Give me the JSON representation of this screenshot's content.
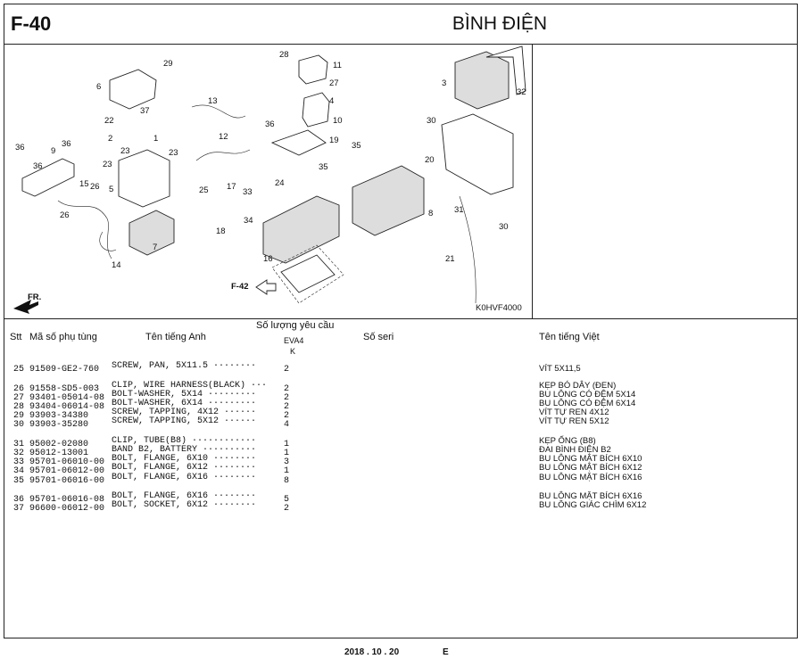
{
  "header": {
    "code": "F-40",
    "title": "BÌNH ĐIỆN"
  },
  "diagram": {
    "figure_id": "K0HVF4000",
    "fr_label": "FR.",
    "ref_label": "F-42",
    "callouts": [
      "1",
      "2",
      "3",
      "4",
      "5",
      "6",
      "7",
      "8",
      "9",
      "10",
      "11",
      "12",
      "13",
      "14",
      "15",
      "16",
      "17",
      "18",
      "19",
      "20",
      "21",
      "22",
      "23",
      "23",
      "23",
      "24",
      "25",
      "26",
      "26",
      "27",
      "28",
      "29",
      "30",
      "30",
      "31",
      "32",
      "33",
      "34",
      "35",
      "35",
      "36",
      "36",
      "36",
      "36",
      "37"
    ]
  },
  "columns": {
    "stt": "Stt",
    "part_no": "Mã số phụ tùng",
    "english": "Tên tiếng Anh",
    "qty": "Số lượng yêu cầu",
    "qty_sub": "EVA4",
    "qty_sub2": "K",
    "serial": "Số seri",
    "vietnamese": "Tên tiếng Việt"
  },
  "rows": [
    {
      "stt": "25",
      "part": "91509-GE2-760",
      "name": "SCREW, PAN, 5X11.5",
      "qty": "2",
      "vn": "VÍT 5X11,5"
    },
    {
      "stt": "26",
      "part": "91558-SD5-003",
      "name": "CLIP, WIRE HARNESS(BLACK)",
      "qty": "2",
      "vn": "KẸP BÓ DÂY (ĐEN)"
    },
    {
      "stt": "27",
      "part": "93401-05014-08",
      "name": "BOLT-WASHER, 5X14",
      "qty": "2",
      "vn": "BU LÔNG CÓ ĐỆM 5X14"
    },
    {
      "stt": "28",
      "part": "93404-06014-08",
      "name": "BOLT-WASHER, 6X14",
      "qty": "2",
      "vn": "BU LÔNG CÓ ĐỆM 6X14"
    },
    {
      "stt": "29",
      "part": "93903-34380",
      "name": "SCREW, TAPPING, 4X12",
      "qty": "2",
      "vn": "VÍT TỰ REN 4X12"
    },
    {
      "stt": "30",
      "part": "93903-35280",
      "name": "SCREW, TAPPING, 5X12",
      "qty": "4",
      "vn": "VÍT TỰ REN 5X12"
    },
    {
      "stt": "31",
      "part": "95002-02080",
      "name": "CLIP, TUBE(B8)",
      "qty": "1",
      "vn": "KẸP ỐNG (B8)"
    },
    {
      "stt": "32",
      "part": "95012-13001",
      "name": "BAND B2, BATTERY",
      "qty": "1",
      "vn": "ĐAI BÌNH ĐIỆN B2"
    },
    {
      "stt": "33",
      "part": "95701-06010-00",
      "name": "BOLT, FLANGE, 6X10",
      "qty": "3",
      "vn": "BU LÔNG MẶT BÍCH 6X10"
    },
    {
      "stt": "34",
      "part": "95701-06012-00",
      "name": "BOLT, FLANGE, 6X12",
      "qty": "1",
      "vn": "BU LÔNG MẶT BÍCH 6X12"
    },
    {
      "stt": "35",
      "part": "95701-06016-00",
      "name": "BOLT, FLANGE, 6X16",
      "qty": "8",
      "vn": "BU LÔNG MẶT BÍCH 6X16"
    },
    {
      "stt": "36",
      "part": "95701-06016-08",
      "name": "BOLT, FLANGE, 6X16",
      "qty": "5",
      "vn": "BU LÔNG MẶT BÍCH 6X16"
    },
    {
      "stt": "37",
      "part": "96600-06012-00",
      "name": "BOLT, SOCKET, 6X12",
      "qty": "2",
      "vn": "BU LÔNG GIÁC CHÌM 6X12"
    }
  ],
  "footer": {
    "date": "2018 . 10 . 20",
    "edition": "E"
  }
}
